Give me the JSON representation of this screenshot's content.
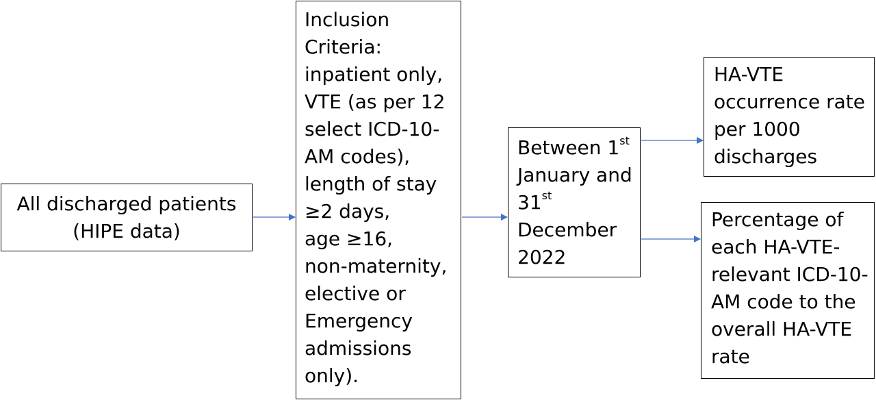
{
  "boxes": {
    "all_patients": {
      "lines": [
        "All discharged patients",
        "(HIPE data)"
      ]
    },
    "inclusion_criteria": {
      "lines": [
        "Inclusion",
        "Criteria:",
        "inpatient only,",
        "VTE (as per 12",
        "select ICD-10-",
        "AM codes),",
        "length of stay",
        "≥2 days,",
        "age ≥16,",
        "non-maternity,",
        "elective or",
        "Emergency",
        "admissions",
        "only)."
      ]
    },
    "date_range": {
      "line1_text": "Between 1",
      "line1_sup": "st",
      "line2": "January and",
      "line3_text": "31",
      "line3_sup": "st",
      "line4": "December",
      "line5": "2022"
    },
    "occurrence_rate": {
      "lines": [
        "HA-VTE",
        "occurrence rate",
        "per 1000",
        "discharges"
      ]
    },
    "percentage": {
      "lines": [
        "Percentage of",
        "each HA-VTE-",
        "relevant ICD-10-",
        "AM code to the",
        "overall HA-VTE",
        "rate"
      ]
    }
  },
  "colors": {
    "arrow": "#4472C4",
    "border": "#000000",
    "text": "#000000"
  }
}
